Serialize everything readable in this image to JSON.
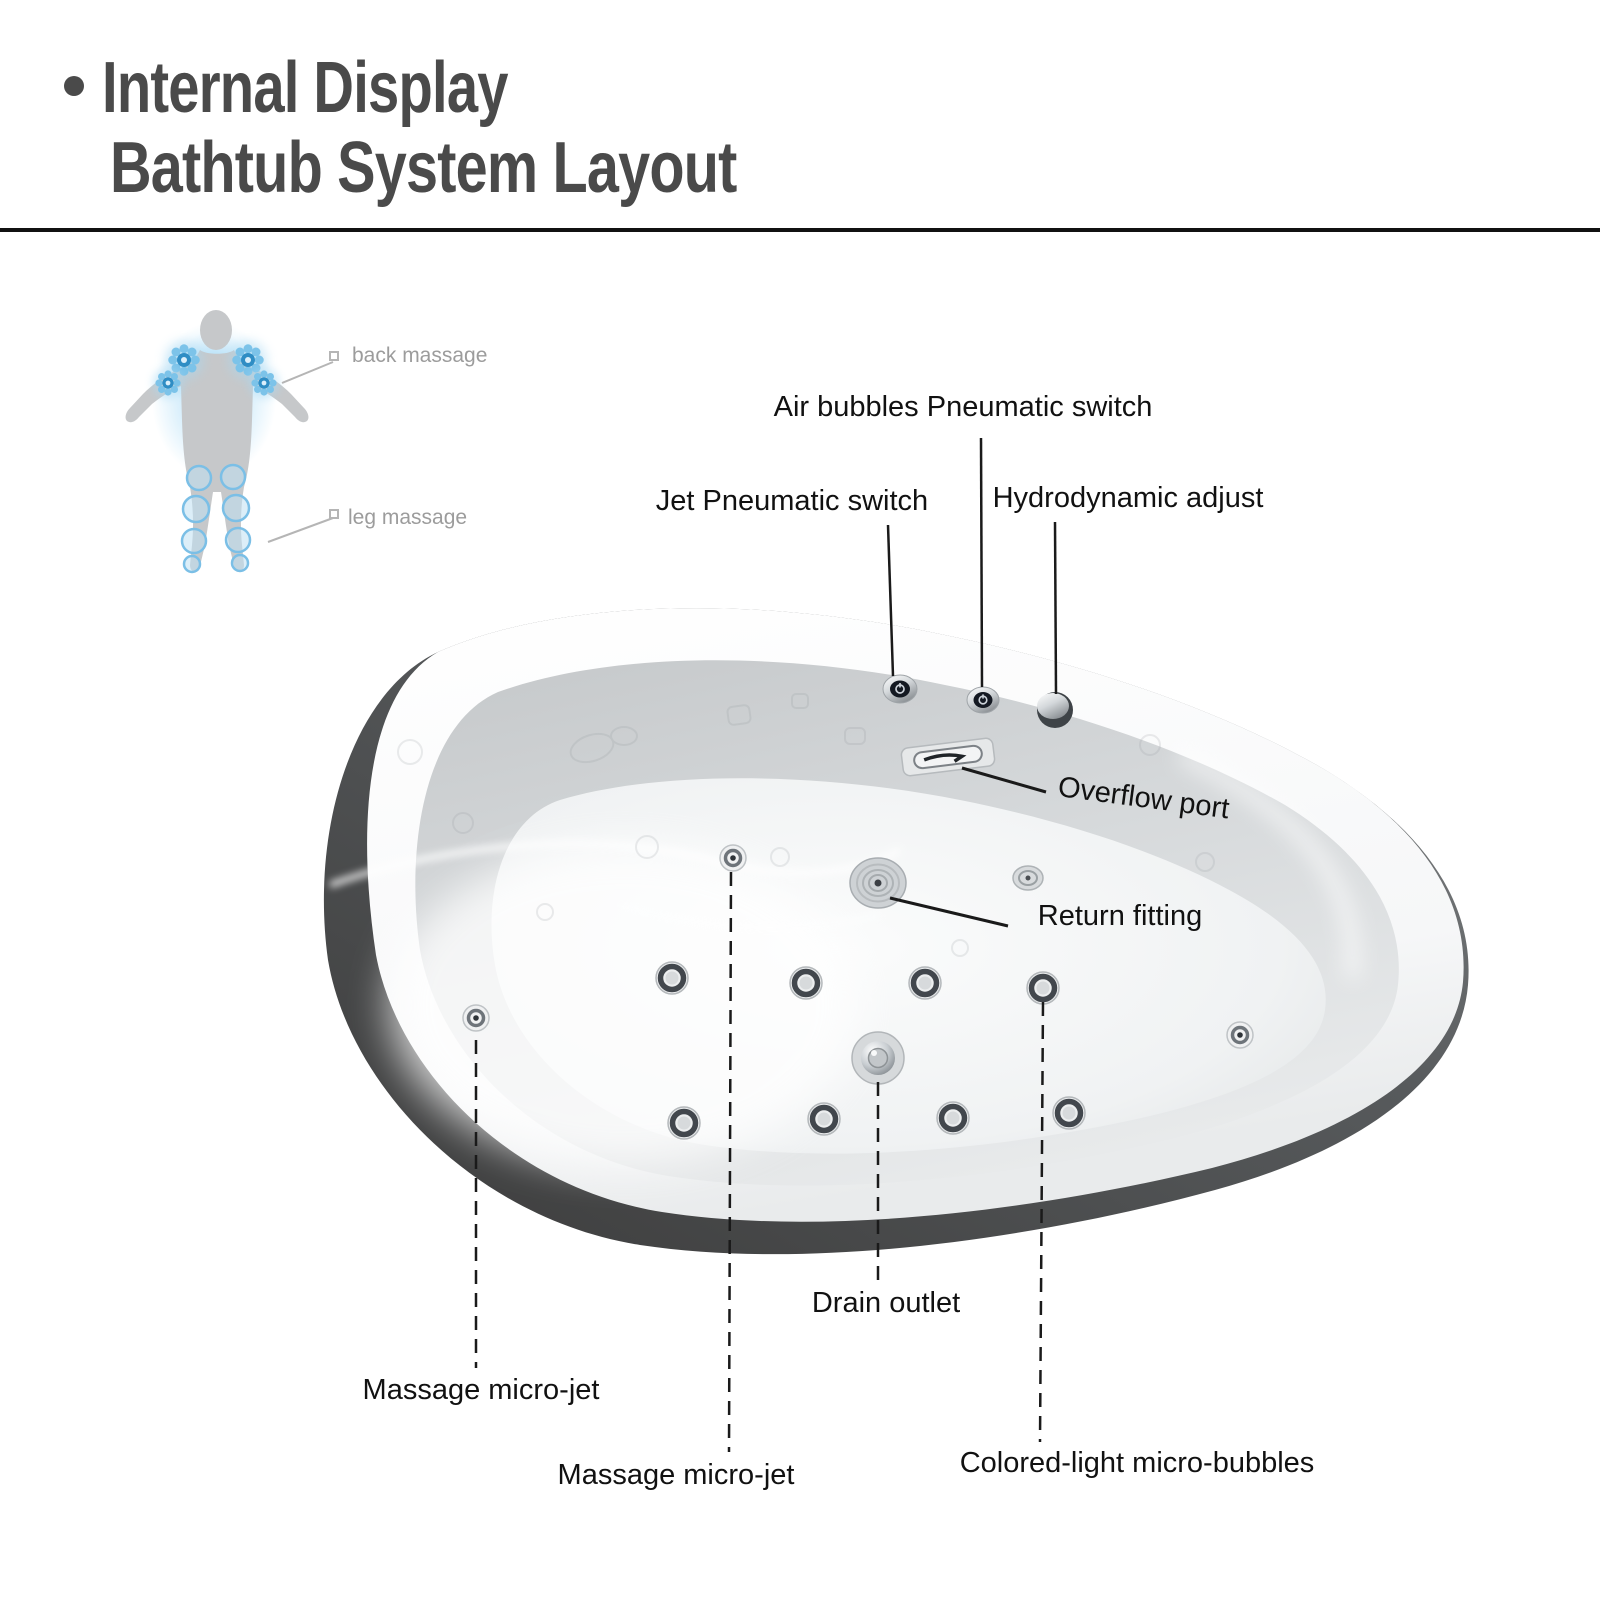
{
  "header": {
    "bullet_glyph": "",
    "title_line1": "Internal Display",
    "title_line2": "Bathtub System Layout",
    "title_color": "#4a4a4a"
  },
  "body_figure": {
    "back_massage_label": "back massage",
    "leg_massage_label": "leg massage",
    "label_color": "#9c9c9c",
    "silhouette_color": "#c6c8ca",
    "massage_accent_color": "#6fb9e4"
  },
  "diagram": {
    "labels": {
      "air_bubbles_switch": "Air bubbles Pneumatic switch",
      "jet_switch": "Jet Pneumatic switch",
      "hydrodynamic_adjust": "Hydrodynamic adjust",
      "overflow_port": "Overflow port",
      "return_fitting": "Return fitting",
      "drain_outlet": "Drain outlet",
      "massage_micro_jet_left": "Massage micro-jet",
      "massage_micro_jet_mid": "Massage micro-jet",
      "colored_light_micro_bubbles": "Colored-light micro-bubbles"
    },
    "line_color": "#1a1a1a",
    "label_color": "#111111",
    "tub_shell_color": "#ffffff",
    "tub_wall_color": "#d3d6d8",
    "tub_skirt_color": "#4a4a4a"
  }
}
